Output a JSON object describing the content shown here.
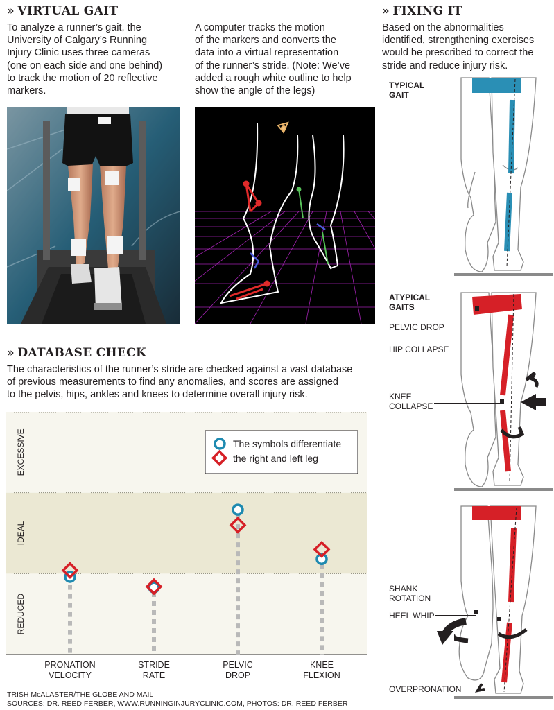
{
  "virtual_gait": {
    "heading": "VIRTUAL GAIT",
    "intro": "To analyze a runner’s gait, the\nUniversity of Calgary’s Running\nInjury Clinic uses three cameras\n(one on each side and one behind)\nto track the motion of 20 reflective\nmarkers.",
    "tracking_text": "A computer tracks the motion\nof the markers and converts the\ndata into a virtual representation\nof the runner’s stride. (Note: We’ve\nadded a rough white outline to help\nshow the angle of the legs)"
  },
  "database_check": {
    "heading": "DATABASE CHECK",
    "text": "The characteristics of the runner’s stride are checked against a vast database\nof previous measurements to find any anomalies, and scores are assigned\nto the pelvis, hips, ankles and knees to determine overall injury risk."
  },
  "fixing_it": {
    "heading": "FIXING IT",
    "text": "Based on the abnormalities\nidentified, strengthening exercises\nwould be prescribed to correct the\nstride and reduce injury risk.",
    "typical_label": "TYPICAL\nGAIT",
    "atypical_label": "ATYPICAL\nGAITS",
    "labels": {
      "pelvic_drop": "PELVIC DROP",
      "hip_collapse": "HIP COLLAPSE",
      "knee_collapse": "KNEE\nCOLLAPSE",
      "shank_rotation": "SHANK\nROTATION",
      "heel_whip": "HEEL WHIP",
      "overpronation": "OVERPRONATION"
    }
  },
  "colors": {
    "typical_blue": "#2a8fb5",
    "atypical_red": "#d62027",
    "chart_band_light": "#f7f6ee",
    "chart_band_ideal": "#ebe8d3",
    "circle_marker": "#1e8ab0",
    "diamond_marker": "#d62027",
    "stem_gray": "#b9b9b9"
  },
  "chart_data": {
    "type": "scatter",
    "title": "",
    "xlabel": "",
    "ylabel": "",
    "y_zones": [
      "REDUCED",
      "IDEAL",
      "EXCESSIVE"
    ],
    "ylim": [
      0,
      3
    ],
    "categories": [
      "PRONATION\nVELOCITY",
      "STRIDE\nRATE",
      "PELVIC\nDROP",
      "KNEE\nFLEXION"
    ],
    "series": [
      {
        "marker": "circle",
        "values": [
          0.96,
          0.83,
          1.79,
          1.18
        ]
      },
      {
        "marker": "diamond",
        "values": [
          1.04,
          0.84,
          1.6,
          1.3
        ]
      }
    ],
    "legend": {
      "position": "top-right",
      "lines": [
        "The symbols differentiate",
        "the right and left leg"
      ]
    }
  },
  "credits": {
    "line1": "TRISH McALASTER/THE GLOBE AND MAIL",
    "line2": "SOURCES: DR. REED FERBER, WWW.RUNNINGINJURYCLINIC.COM, PHOTOS: DR. REED FERBER"
  }
}
